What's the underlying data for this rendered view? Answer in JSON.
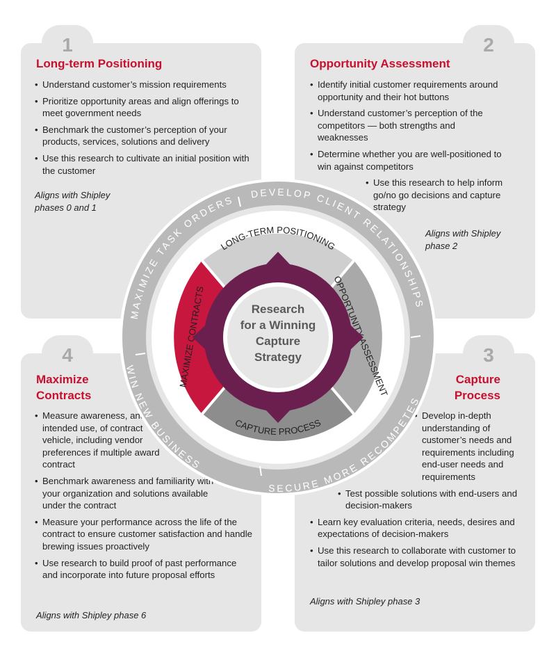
{
  "panels": [
    {
      "number": "1",
      "title": "Long-term Positioning",
      "bullets": [
        "Understand customer’s mission requirements",
        "Prioritize opportunity areas and align offerings to meet government needs",
        "Benchmark the customer’s perception of your products, services, solutions and delivery",
        "Use this research to cultivate an initial position with the customer"
      ],
      "note": "Aligns with Shipley phases 0 and 1"
    },
    {
      "number": "2",
      "title": "Opportunity Assessment",
      "bullets": [
        "Identify initial customer requirements around opportunity and their hot buttons",
        "Understand customer’s perception of the competitors — both strengths and weaknesses",
        "Determine whether you are well-positioned to win against competitors",
        "Use this research to help inform go/no go decisions and capture strategy"
      ],
      "note": "Aligns with Shipley phase 2"
    },
    {
      "number": "3",
      "title": "Capture Process",
      "bullets": [
        "Develop in-depth understanding of customer’s needs and requirements including end-user needs and requirements",
        "Test possible solutions with end-users and decision-makers",
        "Learn key evaluation criteria, needs, desires and expectations of decision-makers",
        "Use this research to collaborate with customer to tailor solutions and develop proposal win themes"
      ],
      "note": "Aligns with Shipley phase 3"
    },
    {
      "number": "4",
      "title": "Maximize Contracts",
      "bullets": [
        "Measure awareness, and intended use, of contract vehicle, including vendor preferences if multiple award contract",
        "Benchmark awareness and familiarity with your organization and solutions available under the contract",
        "Measure your performance across the life of the contract to ensure customer satisfaction and handle brewing issues proactively",
        "Use research to build proof of past performance and incorporate into future proposal efforts"
      ],
      "note": "Aligns with Shipley phase 6"
    }
  ],
  "diagram": {
    "center_text": [
      "Research",
      "for a Winning",
      "Capture",
      "Strategy"
    ],
    "segments": {
      "top": "LONG-TERM POSITIONING",
      "right": "OPPORTUNITY ASSESSMENT",
      "bottom": "CAPTURE PROCESS",
      "left": "MAXIMIZE CONTRACTS"
    },
    "outer_ring": {
      "top_left": "MAXIMIZE TASK ORDERS",
      "top_right": "DEVELOP CLIENT RELATIONSHIPS",
      "bottom_left": "WIN NEW BUSINESS",
      "bottom_right": "SECURE MORE RECOMPETES"
    },
    "colors": {
      "accent_red": "#c8102e",
      "maximize_fill": "#c8173f",
      "segment_gray": "#cfcfcf",
      "segment_dark": "#8d8d8d",
      "center_purple": "#6b1f4f",
      "outer_ring": "#b9b9b9",
      "panel_bg": "#e6e6e6",
      "number_gray": "#a7a9ac"
    }
  }
}
